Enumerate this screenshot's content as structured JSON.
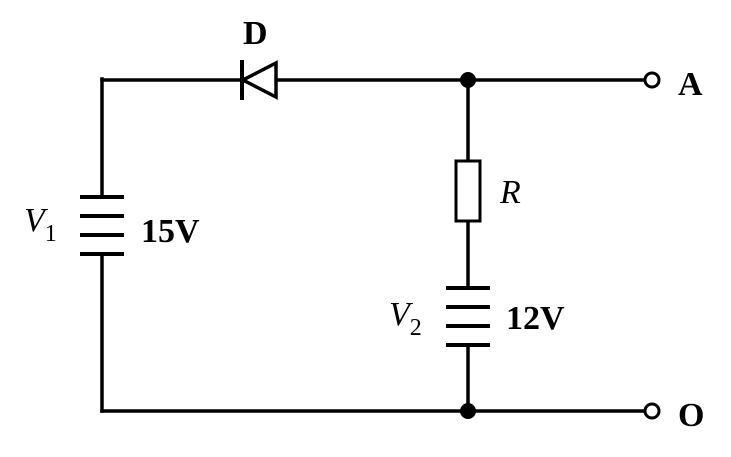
{
  "diagram": {
    "components": {
      "diode": {
        "label": "D"
      },
      "resistor": {
        "label": "R"
      },
      "battery1": {
        "symbol": "V",
        "subscript": "1",
        "voltage": "15V"
      },
      "battery2": {
        "symbol": "V",
        "subscript": "2",
        "voltage": "12V"
      }
    },
    "terminals": {
      "top": {
        "label": "A"
      },
      "bottom": {
        "label": "O"
      }
    }
  }
}
